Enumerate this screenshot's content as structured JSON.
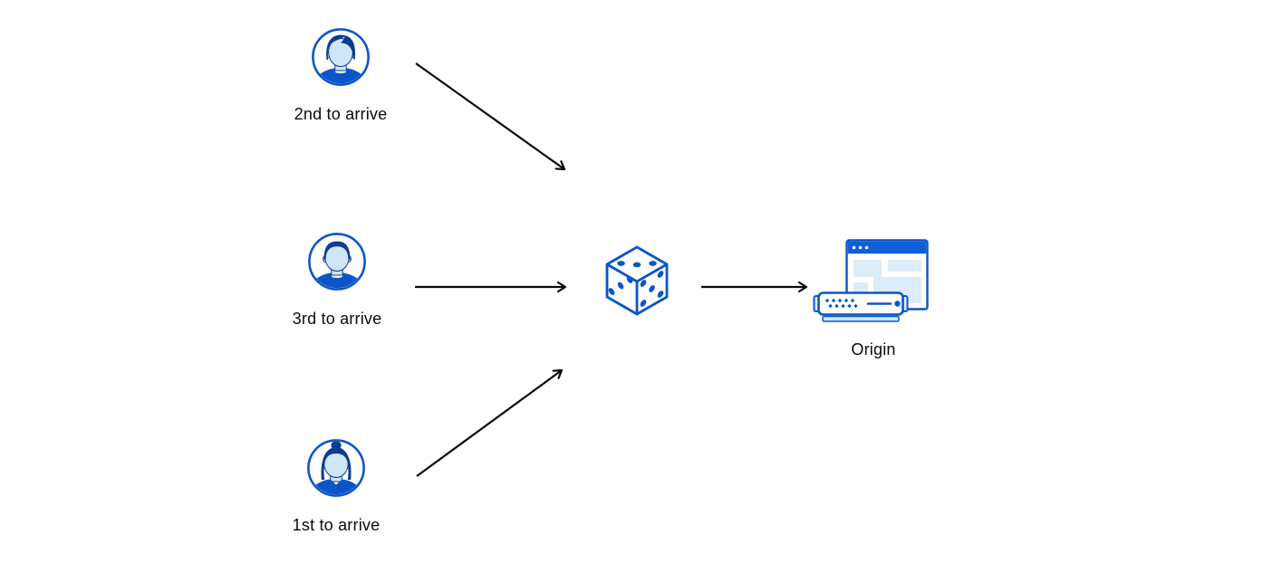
{
  "colors": {
    "background": "#ffffff",
    "ink": "#0a0a0a",
    "accent": "#0b55c8",
    "navy": "#0a3d91",
    "face": "#cfe6f6",
    "panel": "#ddecf9",
    "titlebar": "#0f5fd9",
    "server_base": "#cfe7f8"
  },
  "nodes": {
    "user_second": {
      "label": "2nd to arrive",
      "icon": "male-user-avatar-icon"
    },
    "user_third": {
      "label": "3rd to arrive",
      "icon": "male-user-avatar-icon"
    },
    "user_first": {
      "label": "1st to arrive",
      "icon": "female-user-avatar-icon"
    },
    "dice": {
      "icon": "dice-icon"
    },
    "origin": {
      "label": "Origin",
      "icon": "origin-server-browser-icon"
    }
  },
  "edges": [
    {
      "from": "user-second",
      "to": "dice"
    },
    {
      "from": "user-third",
      "to": "dice"
    },
    {
      "from": "user-first",
      "to": "dice"
    },
    {
      "from": "dice",
      "to": "origin"
    }
  ]
}
